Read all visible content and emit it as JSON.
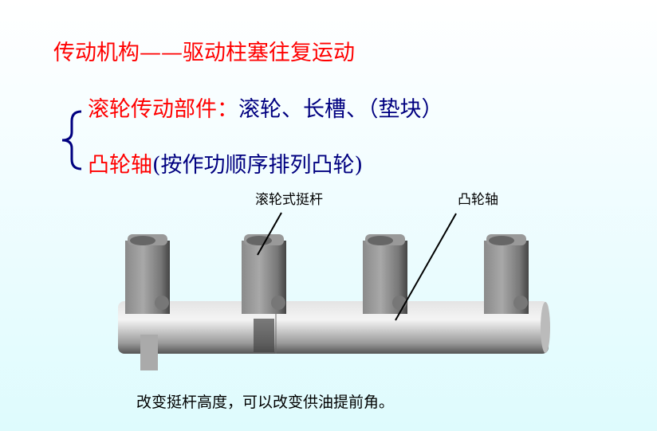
{
  "title": "传动机构——驱动柱塞往复运动",
  "items": [
    {
      "term": "滚轮传动部件：",
      "detail": "滚轮、长槽、（垫块）"
    },
    {
      "term": "凸轮轴",
      "detail": "(按作功顺序排列凸轮)"
    }
  ],
  "figure": {
    "labels": {
      "tappet": "滚轮式挺杆",
      "camshaft": "凸轮轴"
    }
  },
  "caption": "改变挺杆高度，可以改变供油提前角。",
  "colors": {
    "term": "#ff0000",
    "detail": "#000080",
    "brace": "#000080"
  }
}
